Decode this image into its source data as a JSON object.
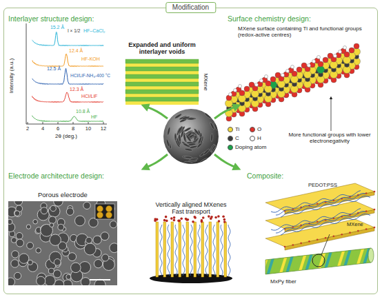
{
  "diagram": {
    "nodes": [
      {
        "text": [
          "Modification"
        ]
      }
    ],
    "labels": [
      "Interlayer structure design:",
      "Intensity (a.u.)",
      "2θ (deg.)",
      "2",
      "4",
      "6",
      "8",
      "10",
      "12",
      "15.2 Å",
      "I × 1/2",
      "HF–CaCl₂",
      "12.4 Å",
      "HF-KOH",
      "12.5 Å",
      "HCl/LiF-NH₃-400 °C",
      "12.3 Å",
      "HCl/LiF",
      "10.8 Å",
      "HF",
      "Expanded and uniform interlayer voids",
      "MXene",
      "Surface chemistry design:",
      "MXene surface containing Ti and functional groups (redox-active centres)",
      "More functional groups with lower electronegativity",
      "Electrode architecture design:",
      "Porous electrode",
      "Vertically aligned MXenes Fast transport",
      "Composite:",
      "PEDOT:PSS",
      "MXene",
      "MxPy fiber"
    ],
    "legend": [
      {
        "text": "Ti",
        "color": "#f2d93b"
      },
      {
        "text": "O",
        "color": "#e0302a"
      },
      {
        "text": "C",
        "color": "#3a3a3a"
      },
      {
        "text": "H",
        "color": "#ffffff"
      },
      {
        "text": "Doping atom",
        "color": "#1aa34a"
      }
    ]
  }
}
